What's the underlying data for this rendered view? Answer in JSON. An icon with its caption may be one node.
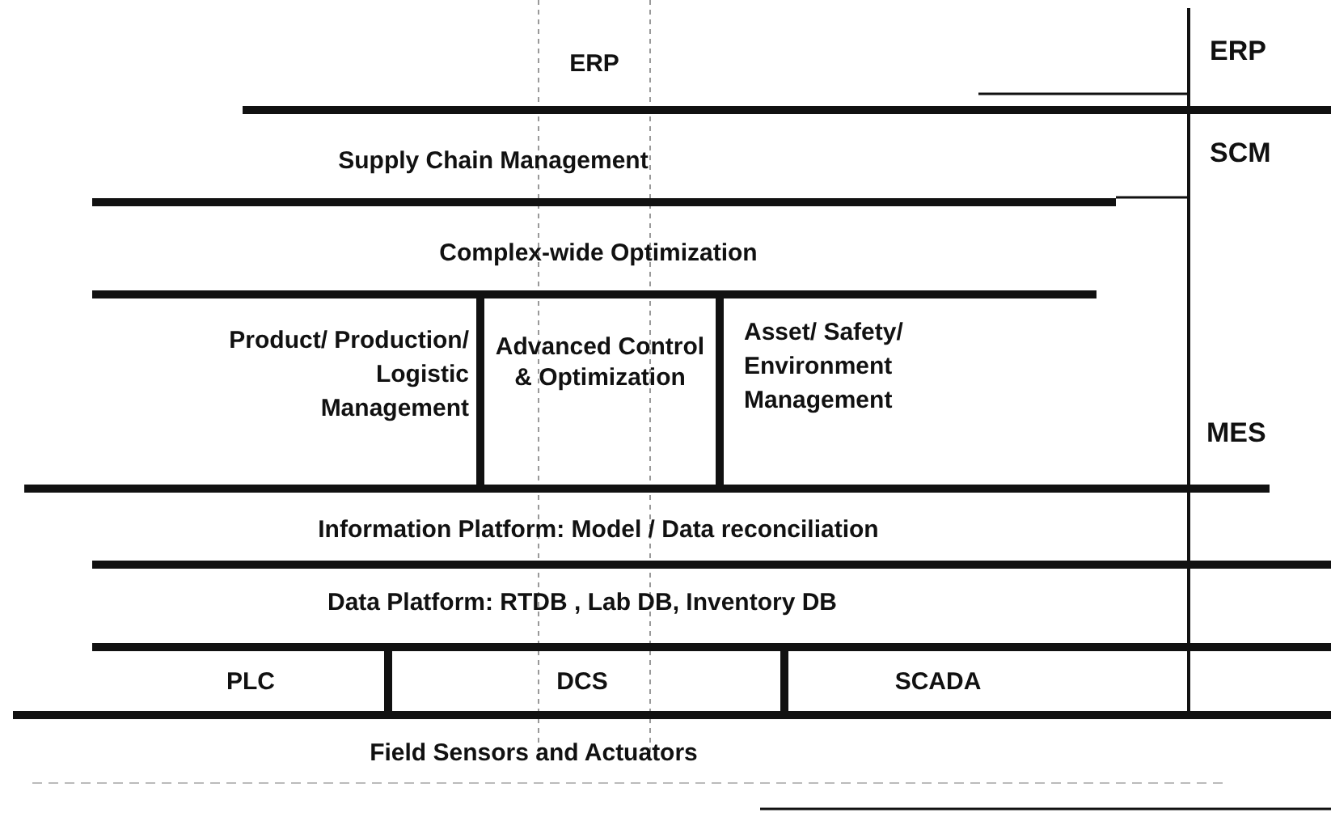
{
  "diagram": {
    "nodes": [
      {
        "text": [
          "ERP"
        ]
      },
      {
        "text": [
          "Supply Chain Management"
        ]
      },
      {
        "text": [
          "Complex-wide Optimization"
        ]
      },
      {
        "text": [
          "Product/ Production/ Logistic Management"
        ]
      },
      {
        "text": [
          "Advanced Control & Optimization"
        ]
      },
      {
        "text": [
          "Asset/ Safety/ Environment Management"
        ]
      },
      {
        "text": [
          "Information Platform: Model / Data reconciliation"
        ]
      },
      {
        "text": [
          "Data Platform: RTDB , Lab DB, Inventory DB"
        ]
      },
      {
        "text": [
          "PLC"
        ]
      },
      {
        "text": [
          "DCS"
        ]
      },
      {
        "text": [
          "SCADA"
        ]
      },
      {
        "text": [
          "Field Sensors and Actuators"
        ]
      }
    ],
    "edges": [],
    "labels": [
      "ERP",
      "SCM",
      "MES"
    ]
  }
}
